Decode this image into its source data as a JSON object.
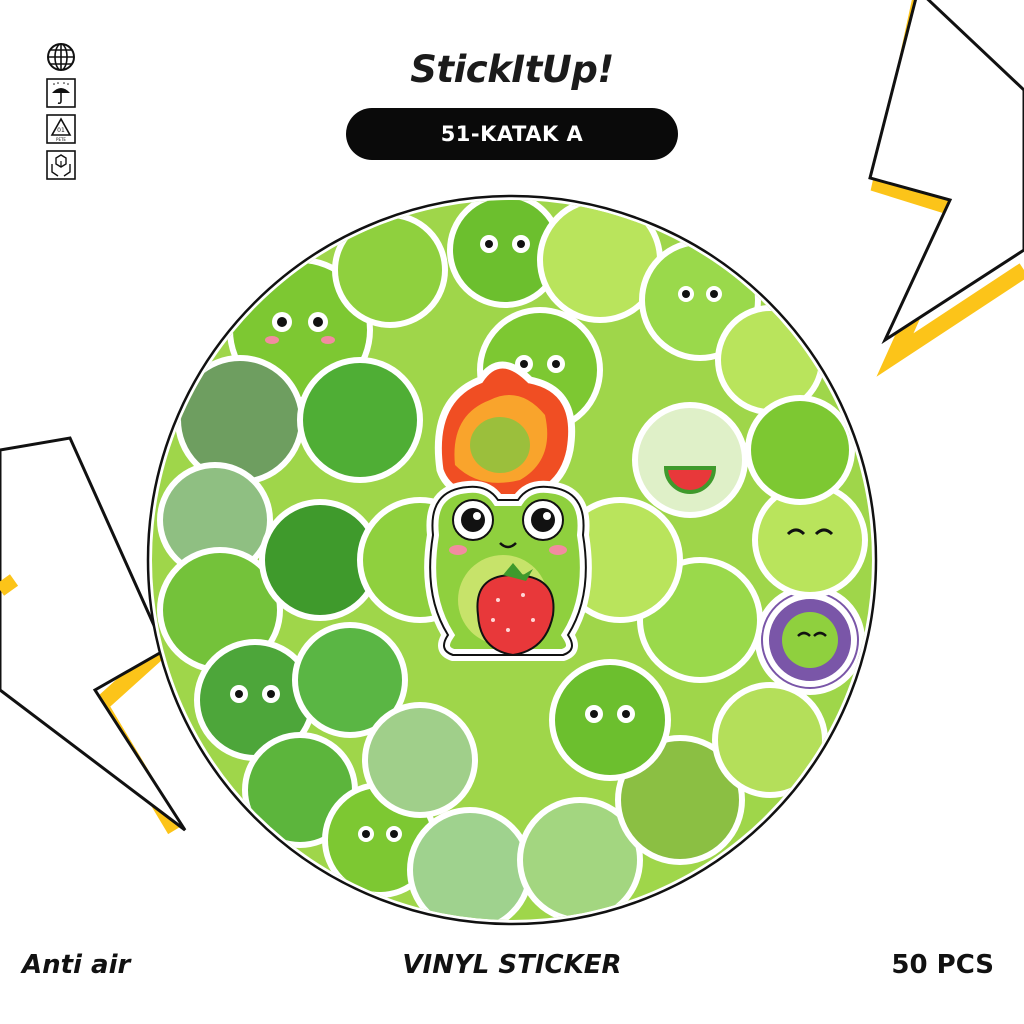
{
  "brand": {
    "name": "StickItUp!"
  },
  "product": {
    "code_label": "51-KATAK A"
  },
  "icons": [
    {
      "name": "globe-icon"
    },
    {
      "name": "umbrella-icon"
    },
    {
      "name": "pete-recycle-icon",
      "label": "01"
    },
    {
      "name": "package-hands-icon"
    }
  ],
  "footer": {
    "left": "Anti air",
    "center": "VINYL STICKER",
    "right": "50 PCS"
  },
  "colors": {
    "accent_yellow": "#fcc419",
    "outline_black": "#111111",
    "frog_green": "#7dc832",
    "frog_light": "#b9e45c",
    "frog_dark": "#3f9a2c",
    "strawberry_red": "#e8383a"
  }
}
